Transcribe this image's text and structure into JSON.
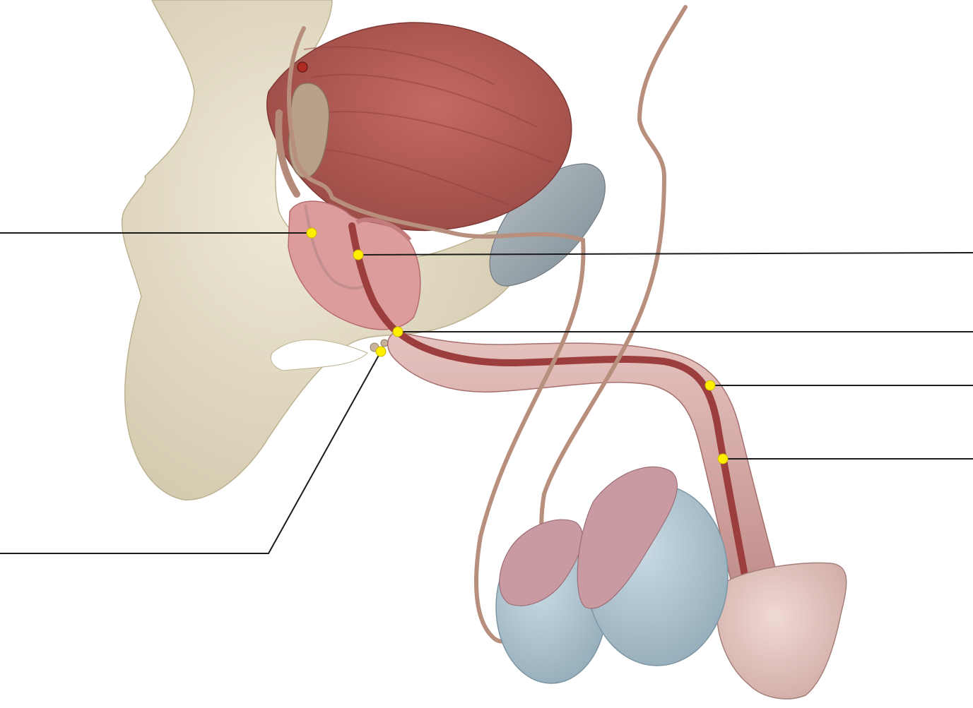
{
  "diagram": {
    "subject": "male-urogenital-anatomy",
    "labels": [
      {
        "id": "label-1",
        "text": ""
      },
      {
        "id": "label-2",
        "text": ""
      },
      {
        "id": "label-3",
        "text": ""
      },
      {
        "id": "label-4",
        "text": ""
      },
      {
        "id": "label-5",
        "text": ""
      },
      {
        "id": "label-6",
        "text": ""
      }
    ],
    "colors": {
      "bone": "#e6dfc9",
      "muscle": "#b45a54",
      "prostate": "#e0a2a2",
      "urethra": "#9c3e3e",
      "penis": "#d9aeab",
      "testis": "#aec4d0",
      "epididymis": "#c99aa2",
      "duct": "#c79e87",
      "pubic_cartilage": "#9aa5ad",
      "marker": "#ffee00"
    }
  }
}
